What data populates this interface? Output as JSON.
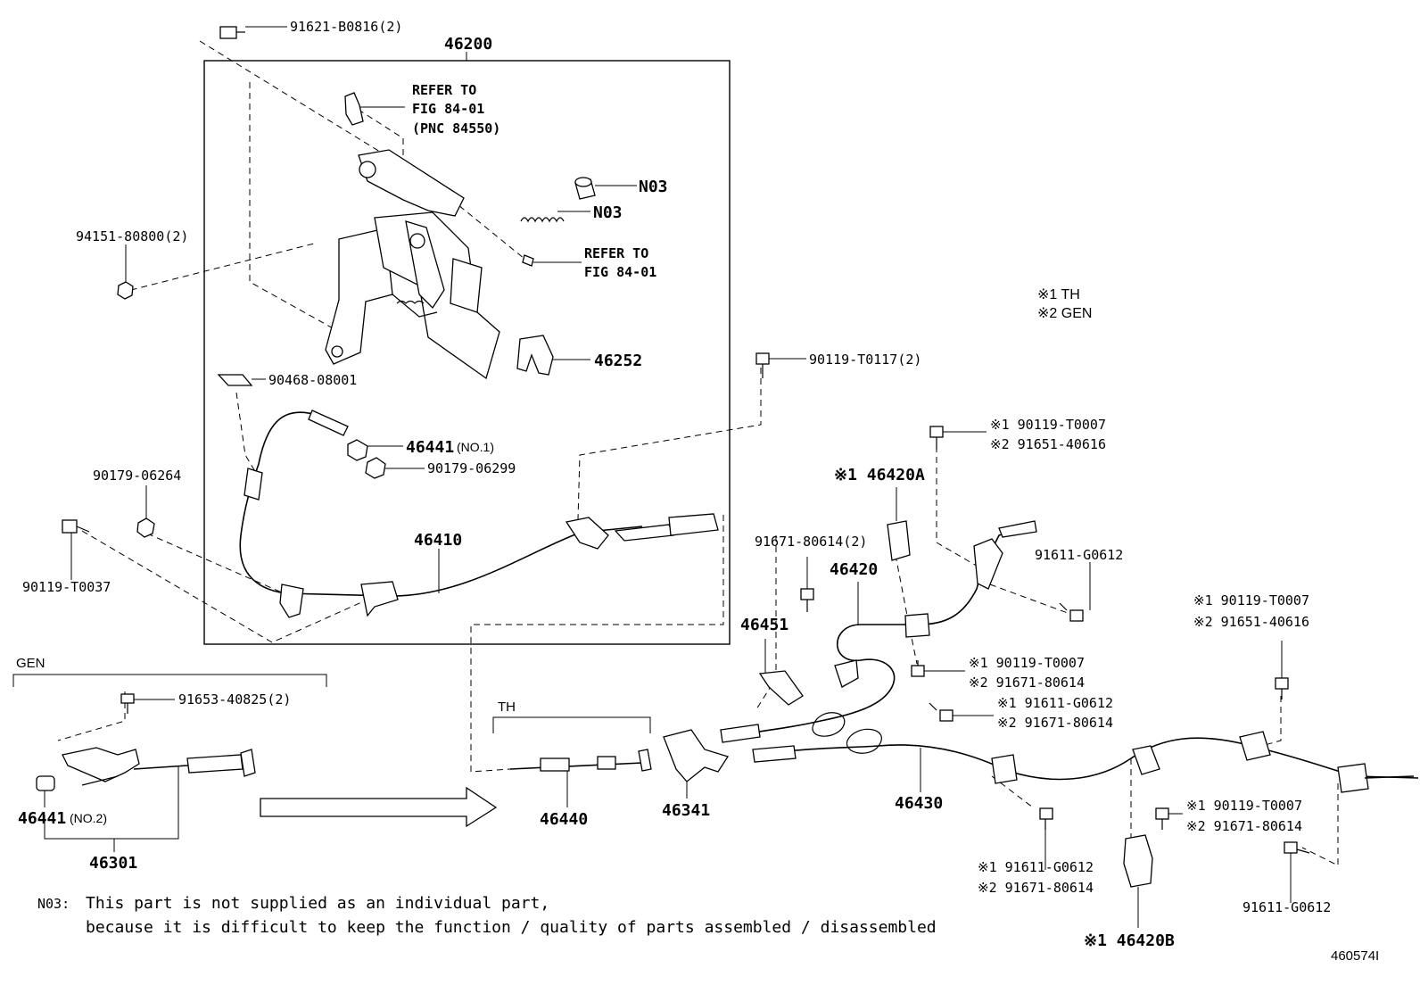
{
  "labels": {
    "bolt_top": "91621-B0816(2)",
    "assy_main": "46200",
    "refer_1_line1": "REFER TO",
    "refer_1_line2": "FIG 84-01",
    "refer_1_line3": "(PNC 84550)",
    "n03_a": "N03",
    "n03_b": "N03",
    "nut_left": "94151-80800(2)",
    "refer_2_line1": "REFER TO",
    "refer_2_line2": "FIG 84-01",
    "pad": "46252",
    "clip_top": "90468-08001",
    "bolt_mid": "90119-T0117(2)",
    "adjuster_no1": "46441",
    "adjuster_no1_suffix": "(NO.1)",
    "nut_adjuster": "90179-06299",
    "nut_left2": "90179-06264",
    "bolt_left": "90119-T0037",
    "cable_front": "46410",
    "legend_1": "※1 TH",
    "legend_2": "※2 GEN",
    "bolt_r1_a": "※1 90119-T0007",
    "bolt_r1_b": "※2 91651-40616",
    "bracket_a": "※1 46420A",
    "bolt_mid2": "91671-80614(2)",
    "cable_no2": "46420",
    "bolt_r2": "91611-G0612",
    "bolt_r3_a": "※1 90119-T0007",
    "bolt_r3_b": "※2 91651-40616",
    "bracket_46451": "46451",
    "bolt_c1_a": "※1 90119-T0007",
    "bolt_c1_b": "※2 91671-80614",
    "bolt_c2_a": "※1 91611-G0612",
    "bolt_c2_b": "※2 91671-80614",
    "gen": "GEN",
    "bolt_gen": "91653-40825(2)",
    "th": "TH",
    "adjuster_no2": "46441",
    "adjuster_no2_suffix": "(NO.2)",
    "equalizer_gen": "46301",
    "equalizer_th": "46440",
    "clip_46341": "46341",
    "cable_no3": "46430",
    "bolt_r4_a": "※1 90119-T0007",
    "bolt_r4_b": "※2 91671-80614",
    "bolt_b1_a": "※1 91611-G0612",
    "bolt_b1_b": "※2 91671-80614",
    "bolt_r5": "91611-G0612",
    "bracket_b": "※1 46420B",
    "note_code": "N03:",
    "note_line1": "This part is not supplied as an individual part,",
    "note_line2": "because it is difficult to keep the function / quality of parts assembled / disassembled",
    "figure_id": "460574I"
  }
}
